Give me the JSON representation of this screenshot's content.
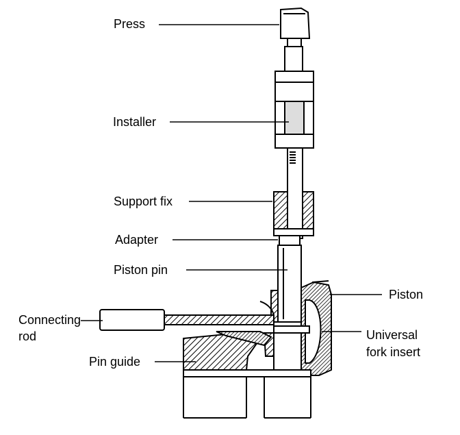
{
  "labels": {
    "press": "Press",
    "installer": "Installer",
    "support_fix": "Support fix",
    "adapter": "Adapter",
    "piston_pin": "Piston pin",
    "piston": "Piston",
    "connecting_rod_line1": "Connecting",
    "connecting_rod_line2": "rod",
    "universal_fork_insert_line1": "Universal",
    "universal_fork_insert_line2": "fork insert",
    "pin_guide": "Pin guide"
  }
}
